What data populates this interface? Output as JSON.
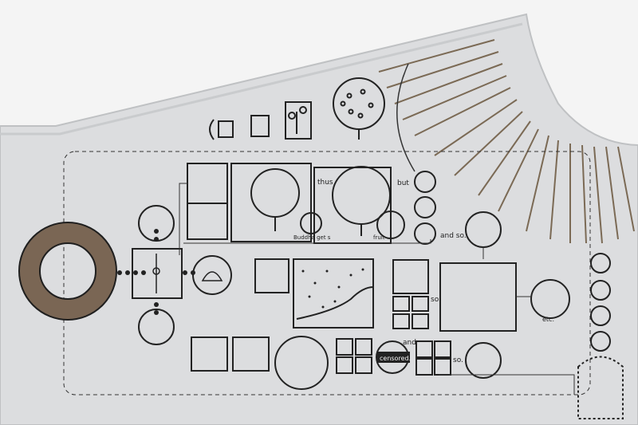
{
  "colors": {
    "sky": "#f4f4f4",
    "wall": "#dcdddf",
    "ink": "#1f1f1f",
    "ring": "#7a6654",
    "sun_ray": "#7b6a55"
  },
  "labels": {
    "thus": "thus",
    "but": "but",
    "and_so_1": "and so.",
    "so_1": "so.",
    "etc": "etc.",
    "and": "and",
    "so_2": "so.",
    "censored": "censored.",
    "buddha_caption": "Buddha get s",
    "fruit_caption": "fruit"
  }
}
